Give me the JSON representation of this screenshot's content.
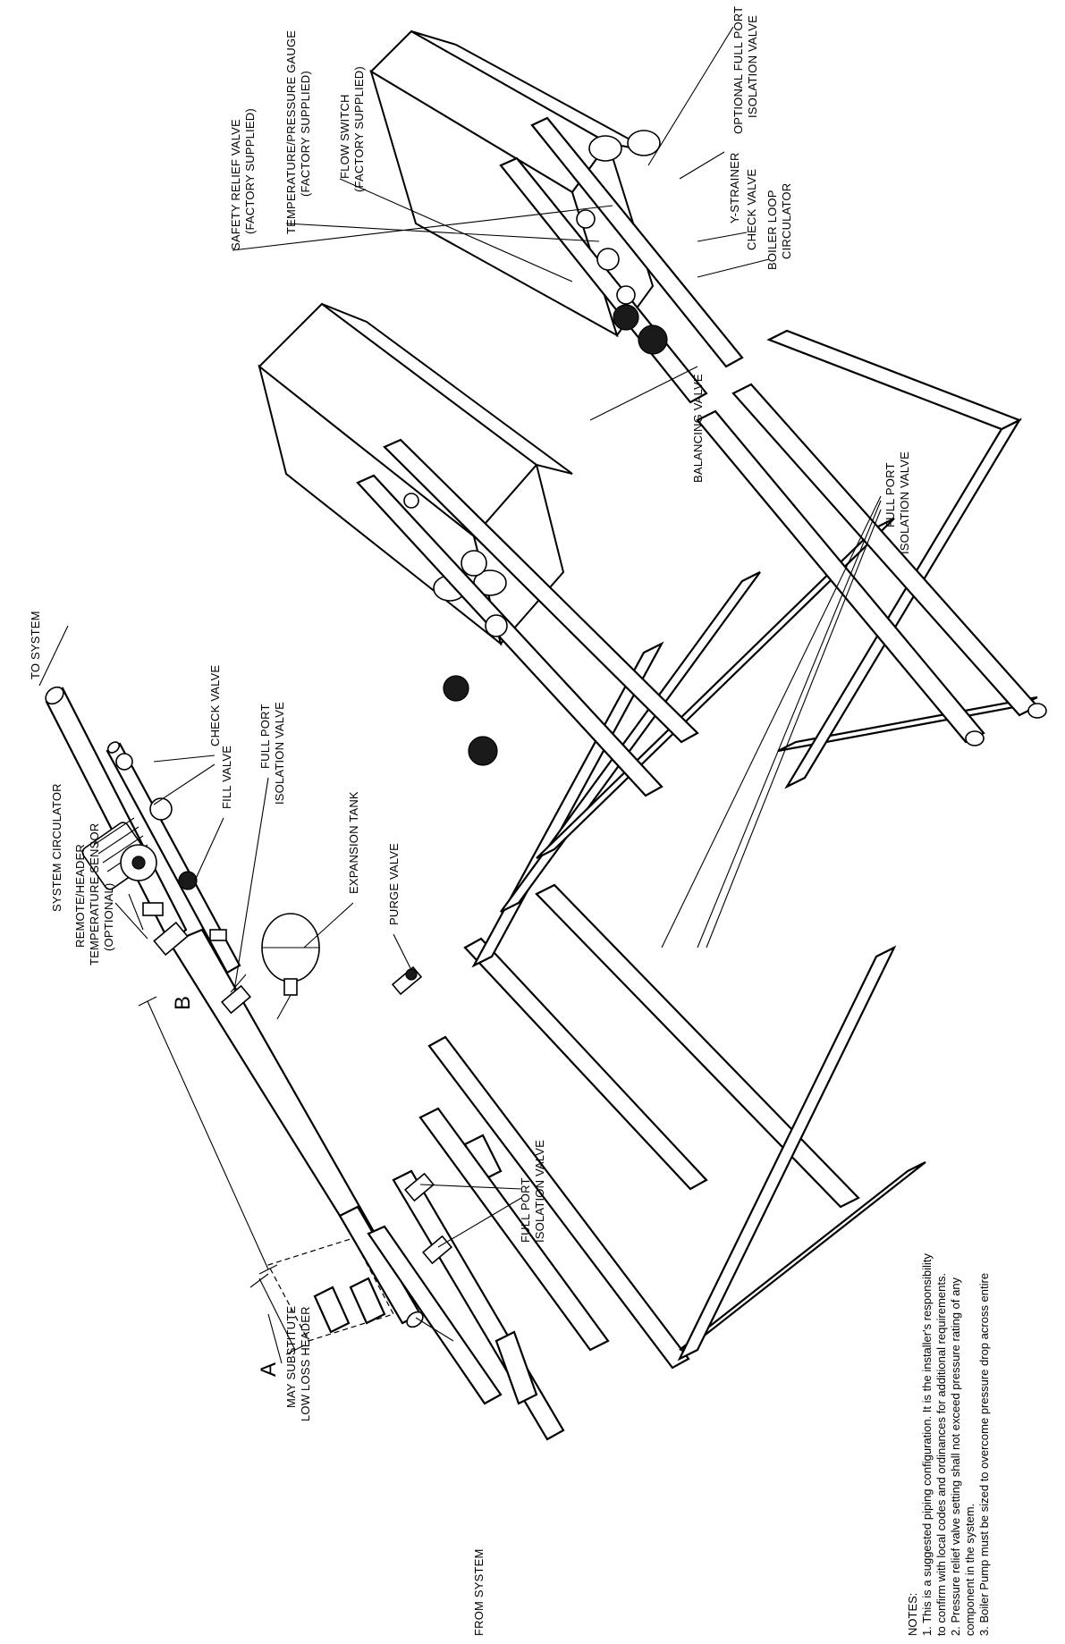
{
  "labels": {
    "to_system": "TO SYSTEM",
    "from_system": "FROM SYSTEM",
    "system_circulator": "SYSTEM CIRCULATOR",
    "remote_sensor_1": "REMOTE/HEADER",
    "remote_sensor_2": "TEMPERATURE SENSOR",
    "remote_sensor_3": "(OPTIONAL)",
    "dim_b": "B",
    "dim_a": "A",
    "low_loss_1": "MAY SUBSTITUTE",
    "low_loss_2": "LOW LOSS HEADER",
    "check_valve_left": "CHECK VALVE",
    "full_port_left_1": "FULL PORT",
    "full_port_left_2": "ISOLATION VALVE",
    "fill_valve": "FILL VALVE",
    "expansion_tank": "EXPANSION TANK",
    "purge_valve": "PURGE VALVE",
    "full_port_bottom_1": "FULL PORT",
    "full_port_bottom_2": "ISOLATION VALVE",
    "balancing_valve": "BALANCING VALVE",
    "full_port_right_1": "FULL PORT",
    "full_port_right_2": "ISOLATION VALVE",
    "safety_relief_1": "SAFETY RELIEF VALVE",
    "safety_relief_2": "(FACTORY SUPPLIED)",
    "temp_gauge_1": "TEMPERATURE/PRESSURE GAUGE",
    "temp_gauge_2": "(FACTORY SUPPLIED)",
    "flow_switch_1": "FLOW SWITCH",
    "flow_switch_2": "(FACTORY SUPPLIED)",
    "optional_iso_1": "OPTIONAL FULL PORT",
    "optional_iso_2": "ISOLATION VALVE",
    "y_strainer": "Y-STRAINER",
    "check_valve_right": "CHECK VALVE",
    "boiler_loop_1": "BOILER LOOP",
    "boiler_loop_2": "CIRCULATOR"
  },
  "notes": {
    "title": "NOTES:",
    "line1": "1.   This is a suggested  piping configuration.  It is the installer's responsibility",
    "line2": "to confirm with local codes and ordinances for additional requirements.",
    "line3": "2.   Pressure relief valve setting shall not exceed pressure rating of any",
    "line4": "component in the system.",
    "line5": "3.   Boiler Pump must be sized to overcome pressure drop across entire"
  }
}
